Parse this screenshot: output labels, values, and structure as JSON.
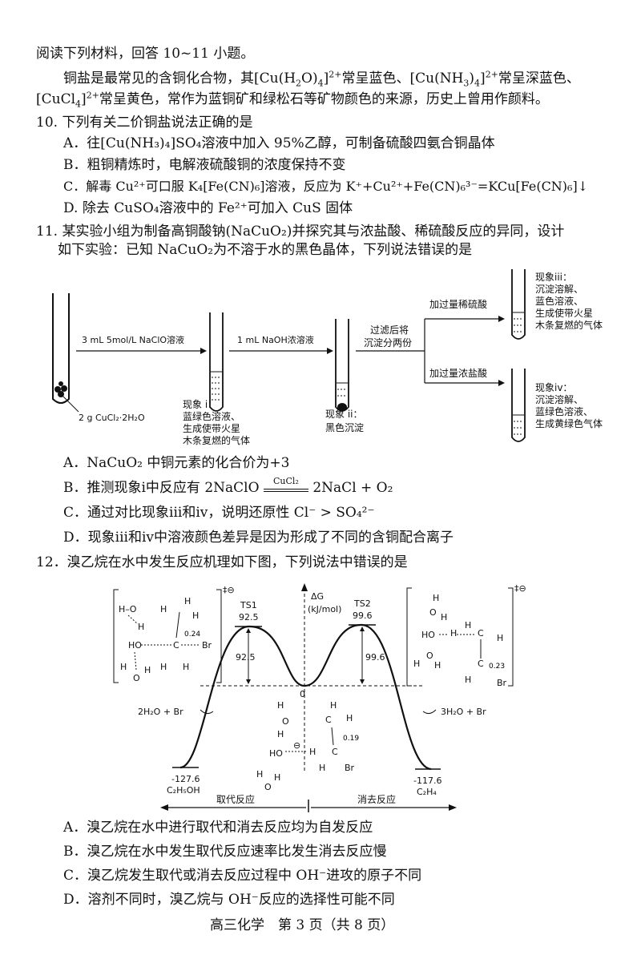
{
  "intro": "阅读下列材料，回答 10~11 小题。",
  "passage": {
    "line1_prefix": "铜盐是最常见的含铜化合物，其",
    "complex1": "[Cu(H",
    "line1_mid1": "O)",
    "line1_mid2": "]",
    "charge": "2+",
    "line1_mid3": "常呈蓝色、",
    "complex2": "[Cu(NH",
    "line1_end": "常呈深蓝色、",
    "line2_complex": "[CuCl",
    "line2_text": "常呈黄色，常作为蓝铜矿和绿松石等矿物颜色的来源，历史上曾用作颜料。"
  },
  "q10": {
    "stem": "10. 下列有关二价铜盐说法正确的是",
    "A": "A．往[Cu(NH₃)₄]SO₄溶液中加入 95%乙醇，可制备硫酸四氨合铜晶体",
    "B": "B．粗铜精炼时，电解液硫酸铜的浓度保持不变",
    "C": "C．解毒 Cu²⁺可口服 K₄[Fe(CN)₆]溶液，反应为 K⁺+Cu²⁺+Fe(CN)₆³⁻=KCu[Fe(CN)₆]↓",
    "D": "D. 除去 CuSO₄溶液中的 Fe²⁺可加入 CuS 固体"
  },
  "q11": {
    "stem1": "11. 某实验小组为制备高铜酸钠(NaCuO₂)并探究其与浓盐酸、稀硫酸反应的异同，设计",
    "stem2": "如下实验：已知 NaCuO₂为不溶于水的黑色晶体，下列说法错误的是",
    "A": "A．NaCuO₂ 中铜元素的化合价为+3",
    "B_pre": "B．推测现象i中反应有 2NaClO",
    "B_cat": "CuCl₂",
    "B_post": "2NaCl + O₂",
    "C": "C．通过对比现象iii和iv，说明还原性 Cl⁻ > SO₄²⁻",
    "D": "D．现象iii和iv中溶液颜色差异是因为形成了不同的含铜配合离子"
  },
  "diagram1": {
    "reagent1": "3 mL 5mol/L NaClO溶液",
    "reagent2": "1 mL NaOH浓溶液",
    "split1": "过滤后将",
    "split2": "沉淀分两份",
    "acid1": "加过量稀硫酸",
    "acid2": "加过量浓盐酸",
    "solid": "2 g CuCl₂·2H₂O",
    "obs1": [
      "现象 i：",
      "蓝绿色溶液、",
      "生成使带火星",
      "木条复燃的气体"
    ],
    "obs2": [
      "现象 ii：",
      "黑色沉淀"
    ],
    "obs3": [
      "现象iii：",
      "沉淀溶解、",
      "蓝色溶液、",
      "生成使带火星",
      "木条复燃的气体"
    ],
    "obs4": [
      "现象iv：",
      "沉淀溶解、",
      "蓝绿色溶液、",
      "生成黄绿色气体"
    ]
  },
  "q12": {
    "stem": "12．溴乙烷在水中发生反应机理如下图，下列说法中错误的是",
    "A": "A．溴乙烷在水中进行取代和消去反应均为自发反应",
    "B": "B．溴乙烷在水中发生取代反应速率比发生消去反应慢",
    "C": "C．溴乙烷发生取代或消去反应过程中 OH⁻进攻的原子不同",
    "D": "D．溶剂不同时，溴乙烷与 OH⁻反应的选择性可能不同"
  },
  "energy": {
    "axis1": "ΔG",
    "axis2": "(kJ/mol)",
    "ts1": "TS1",
    "ts1v": "92.5",
    "ts2": "TS2",
    "ts2v": "99.6",
    "barrier1": "92.5",
    "barrier2": "99.6",
    "zero": "0",
    "left_val": "-127.6",
    "left_prod": "C₂H₅OH",
    "right_val": "-117.6",
    "right_prod": "C₂H₄",
    "left_byp": "2H₂O + Br",
    "right_byp": "3H₂O + Br",
    "sub": "取代反应",
    "elim": "消去反应",
    "d1": "0.24",
    "d2": "0.19",
    "d3": "0.23",
    "charge": "‡⊖"
  },
  "footer": "高三化学　第 3 页（共 8 页）"
}
